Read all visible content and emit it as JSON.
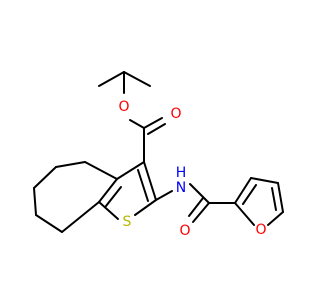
{
  "colors": {
    "bond": "#000000",
    "oxygen": "#ff0000",
    "nitrogen": "#0000ff",
    "sulfur": "#b8b800",
    "background": "#ffffff"
  },
  "atoms": {
    "o_ester_single": "O",
    "o_ester_carbonyl": "O",
    "n_amide": "N",
    "h_amide": "H",
    "s_thiophene": "S",
    "o_amide_carbonyl": "O",
    "o_furan": "O"
  }
}
